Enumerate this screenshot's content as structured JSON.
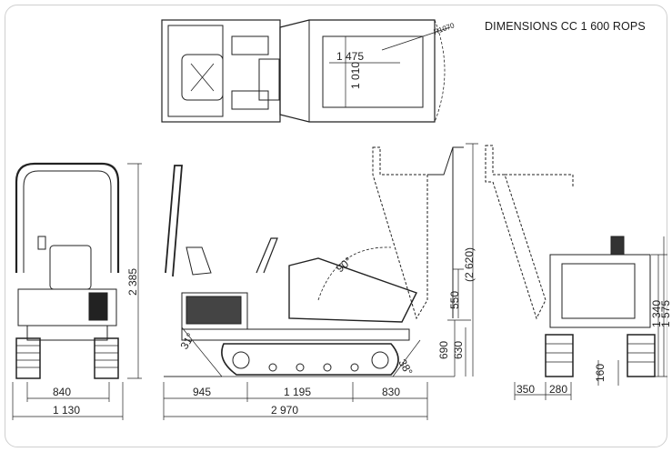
{
  "title": "DIMENSIONS CC 1 600 ROPS",
  "dimensions": {
    "front_track_width": "840",
    "front_overall_width": "1 130",
    "rops_height": "2 385",
    "side_front_overhang": "945",
    "side_track_length": "1 195",
    "side_rear_overhang": "830",
    "side_overall_length": "2 970",
    "dump_angle": "90°",
    "front_approach_angle": "31°",
    "rear_departure_angle": "38°",
    "skip_lift_height": "(2 620)",
    "dump_clearance": "550",
    "load_height_a": "690",
    "load_height_b": "630",
    "rear_offset_a": "350",
    "rear_offset_b": "280",
    "ground_clearance": "160",
    "rear_height_a": "1 340",
    "rear_height_b": "1 575",
    "top_skip_length": "1 475",
    "top_skip_width": "1 010",
    "turning_radius": "R1070"
  },
  "colors": {
    "line": "#222222",
    "frame": "#cfcfcf"
  }
}
